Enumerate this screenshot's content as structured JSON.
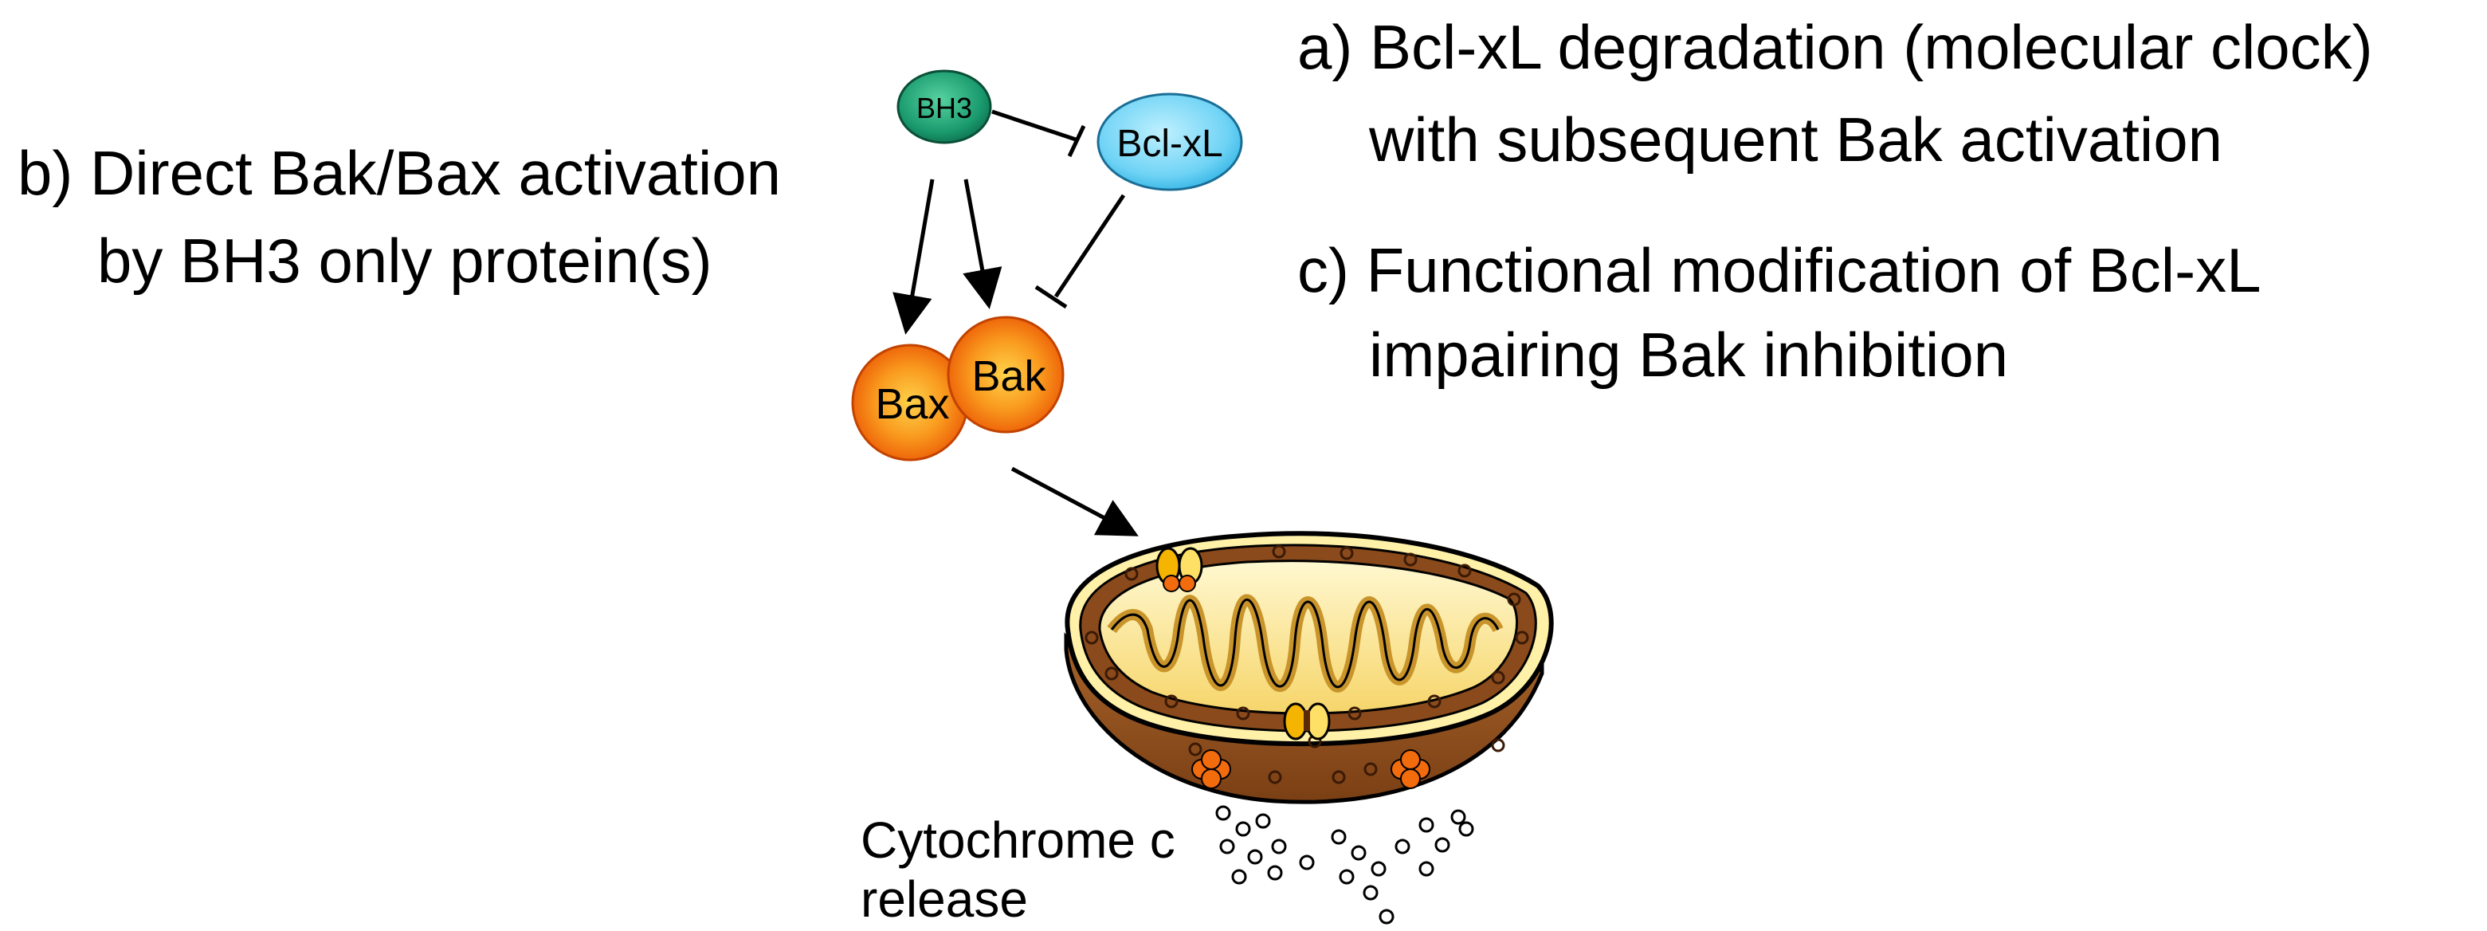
{
  "mechanisms": {
    "a": {
      "line1": "a) Bcl-xL degradation (molecular clock)",
      "line2": "with subsequent Bak activation"
    },
    "b": {
      "line1": "b) Direct Bak/Bax activation",
      "line2": "by BH3 only protein(s)"
    },
    "c": {
      "line1": "c) Functional modification of Bcl-xL",
      "line2": "impairing Bak inhibition"
    }
  },
  "nodes": {
    "bh3": "BH3",
    "bclxl": "Bcl-xL",
    "bax": "Bax",
    "bak": "Bak"
  },
  "mitochondrion": {
    "caption_line1": "Cytochrome c",
    "caption_line2": "release"
  },
  "colors": {
    "bh3": "#1a9a6e",
    "bclxl": "#6fd3f5",
    "bax_bak": "#f26b0c",
    "mito_outer": "#7a3f14",
    "mito_inner": "#fff1a8"
  }
}
